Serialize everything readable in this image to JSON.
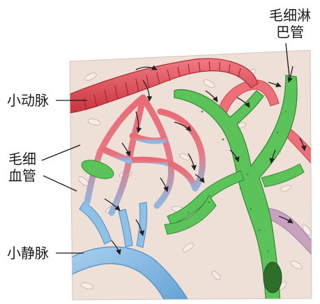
{
  "labels": {
    "lymph_capillary_line1": "毛细淋",
    "lymph_capillary_line2": "巴管",
    "arteriole": "小动脉",
    "blood_capillary_line1": "毛细",
    "blood_capillary_line2": "血管",
    "venule": "小静脉"
  },
  "colors": {
    "tissue_background": "#eedfd7",
    "artery_red": "#e2505a",
    "capillary_red": "#ee7880",
    "vein_blue": "#7fb8e0",
    "lymph_green": "#5cc35a",
    "lymph_dark_green": "#2f8a2f",
    "flow_arrow": "#222222"
  }
}
